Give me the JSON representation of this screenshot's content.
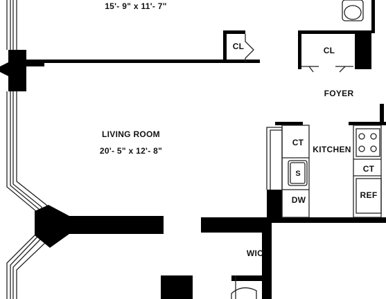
{
  "rooms": {
    "bedroom": {
      "dimensions": "15'- 9\" x 11'- 7\""
    },
    "living_room": {
      "name": "LIVING ROOM",
      "dimensions": "20'- 5\" x 12'- 8\""
    },
    "foyer": {
      "name": "FOYER"
    },
    "kitchen": {
      "name": "KITCHEN"
    },
    "walk_in_closet": {
      "name": "WIC"
    }
  },
  "closets": {
    "bedroom_closet": "CL",
    "foyer_closet": "CL"
  },
  "fixtures": {
    "counter_left": "CT",
    "counter_right": "CT",
    "sink": "S",
    "dishwasher": "DW",
    "refrigerator": "REF"
  },
  "colors": {
    "wall": "#000000",
    "line": "#222222",
    "background": "#ffffff"
  }
}
